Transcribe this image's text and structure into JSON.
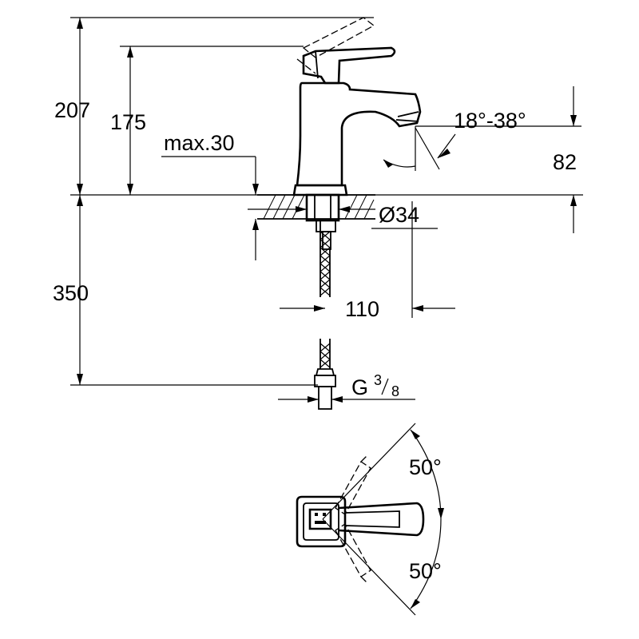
{
  "dimensions": {
    "total_height": "207",
    "spout_height": "175",
    "max_thickness": "max.30",
    "spout_angle": "18°-38°",
    "outlet_height": "82",
    "hole_diameter": "Ø34",
    "below_height": "350",
    "projection": "110",
    "connection_main": "G",
    "connection_numerator": "3",
    "connection_denominator": "8",
    "rotation_top": "50°",
    "rotation_bottom": "50°"
  }
}
